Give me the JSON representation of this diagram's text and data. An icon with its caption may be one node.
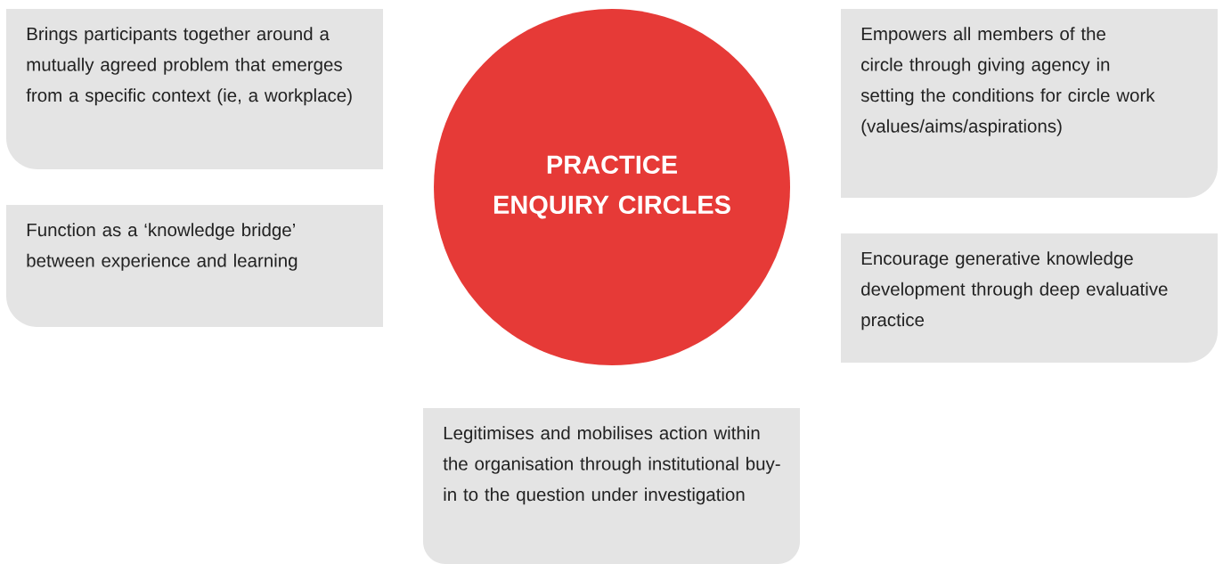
{
  "diagram": {
    "nodes": [
      {
        "text": [
          "Brings participants together around a mutually agreed problem that emerges from a specific context (ie, a workplace)"
        ]
      },
      {
        "text": [
          "PRACTICE ENQUIRY CIRCLES"
        ]
      },
      {
        "text": [
          "Empowers all members of the circle through giving agency in setting the conditions for circle work (values/aims/aspirations)"
        ]
      },
      {
        "text": [
          "Function as a ‘knowledge bridge’ between experience and learning"
        ]
      },
      {
        "text": [
          "Encourage generative knowledge development through deep evaluative practice"
        ]
      },
      {
        "text": [
          "Legitimises and mobilises action within the organisation through institutional buy-in to the question under investigation"
        ]
      }
    ]
  }
}
